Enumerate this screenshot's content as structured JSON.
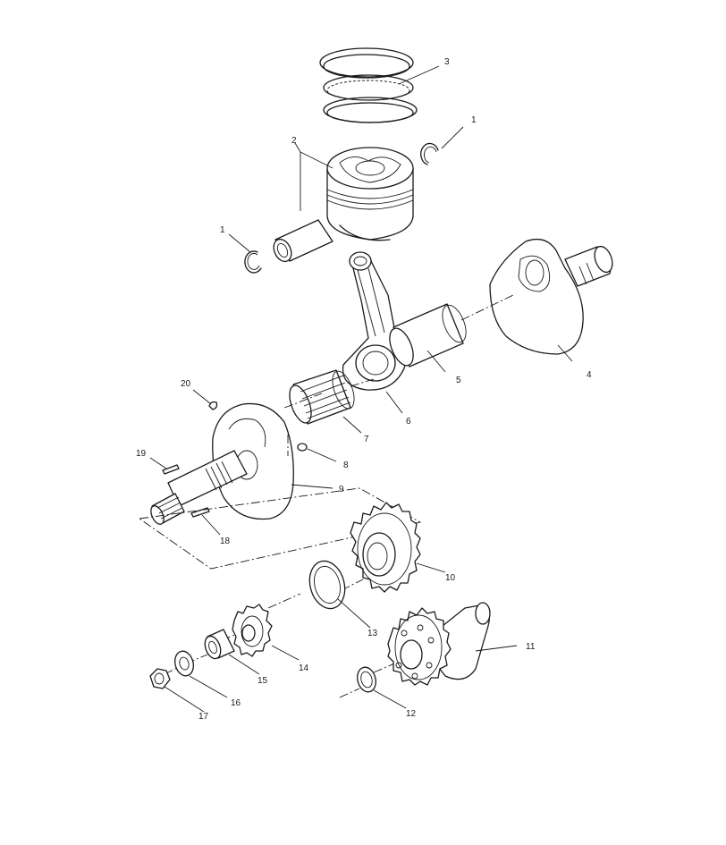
{
  "callouts": [
    {
      "id": "c1a",
      "label": "1"
    },
    {
      "id": "c1b",
      "label": "1"
    },
    {
      "id": "c2",
      "label": "2"
    },
    {
      "id": "c3",
      "label": "3"
    },
    {
      "id": "c4",
      "label": "4"
    },
    {
      "id": "c5",
      "label": "5"
    },
    {
      "id": "c6",
      "label": "6"
    },
    {
      "id": "c7",
      "label": "7"
    },
    {
      "id": "c8",
      "label": "8"
    },
    {
      "id": "c9",
      "label": "9"
    },
    {
      "id": "c10",
      "label": "10"
    },
    {
      "id": "c11",
      "label": "11"
    },
    {
      "id": "c12",
      "label": "12"
    },
    {
      "id": "c13",
      "label": "13"
    },
    {
      "id": "c14",
      "label": "14"
    },
    {
      "id": "c15",
      "label": "15"
    },
    {
      "id": "c16",
      "label": "16"
    },
    {
      "id": "c17",
      "label": "17"
    },
    {
      "id": "c18",
      "label": "18"
    },
    {
      "id": "c19",
      "label": "19"
    },
    {
      "id": "c20",
      "label": "20"
    }
  ]
}
